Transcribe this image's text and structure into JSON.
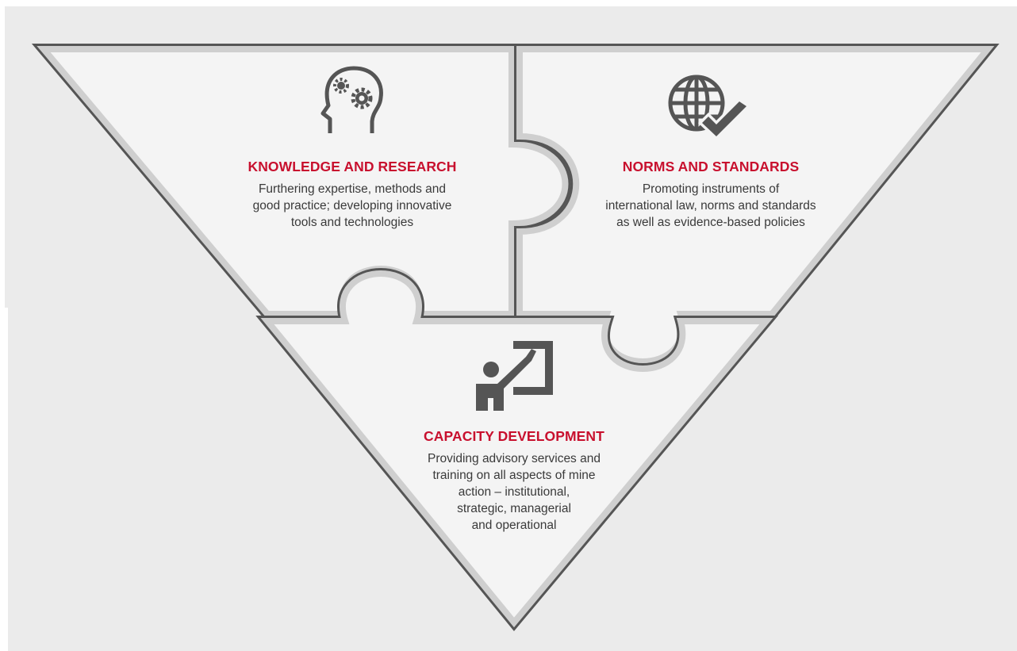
{
  "colors": {
    "panel_background": "#ebebeb",
    "piece_fill": "#f4f4f4",
    "outline": "#555555",
    "outline_inner": "#cfcfcf",
    "title": "#c8102e",
    "body_text": "#3a3a3a",
    "icon": "#555555"
  },
  "pieces": [
    {
      "id": "knowledge",
      "icon": "head-gears-icon",
      "title": "KNOWLEDGE AND RESEARCH",
      "lines": [
        "Furthering expertise, methods and",
        "good practice; developing innovative",
        "tools and technologies"
      ]
    },
    {
      "id": "norms",
      "icon": "globe-check-icon",
      "title": "NORMS AND STANDARDS",
      "lines": [
        "Promoting instruments of",
        "international law, norms and standards",
        "as well as evidence-based policies"
      ]
    },
    {
      "id": "capacity",
      "icon": "teacher-board-icon",
      "title": "CAPACITY DEVELOPMENT",
      "lines": [
        "Providing advisory services and",
        "training on all aspects of mine",
        "action – institutional,",
        "strategic, managerial",
        "and operational"
      ]
    }
  ]
}
